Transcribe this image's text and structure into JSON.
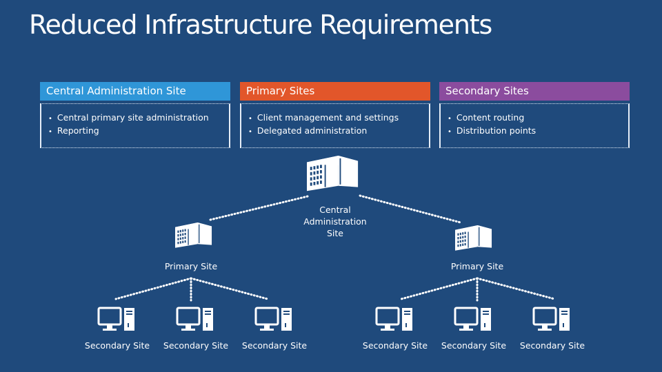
{
  "title": "Reduced Infrastructure Requirements",
  "colors": {
    "background": "#1f4a7c",
    "central": "#2f96d8",
    "primary": "#e2562a",
    "secondary": "#8b4c9e"
  },
  "panels": [
    {
      "heading": "Central Administration Site",
      "bullets": [
        "Central primary site administration",
        "Reporting"
      ]
    },
    {
      "heading": "Primary Sites",
      "bullets": [
        "Client management and settings",
        "Delegated administration"
      ]
    },
    {
      "heading": "Secondary Sites",
      "bullets": [
        "Content routing",
        "Distribution points"
      ]
    }
  ],
  "diagram": {
    "central_label": "Central Administration Site",
    "primary_label": "Primary Site",
    "secondary_label": "Secondary Site",
    "building_icon": "building-icon",
    "secondary_icon": "monitor-server-icon"
  }
}
